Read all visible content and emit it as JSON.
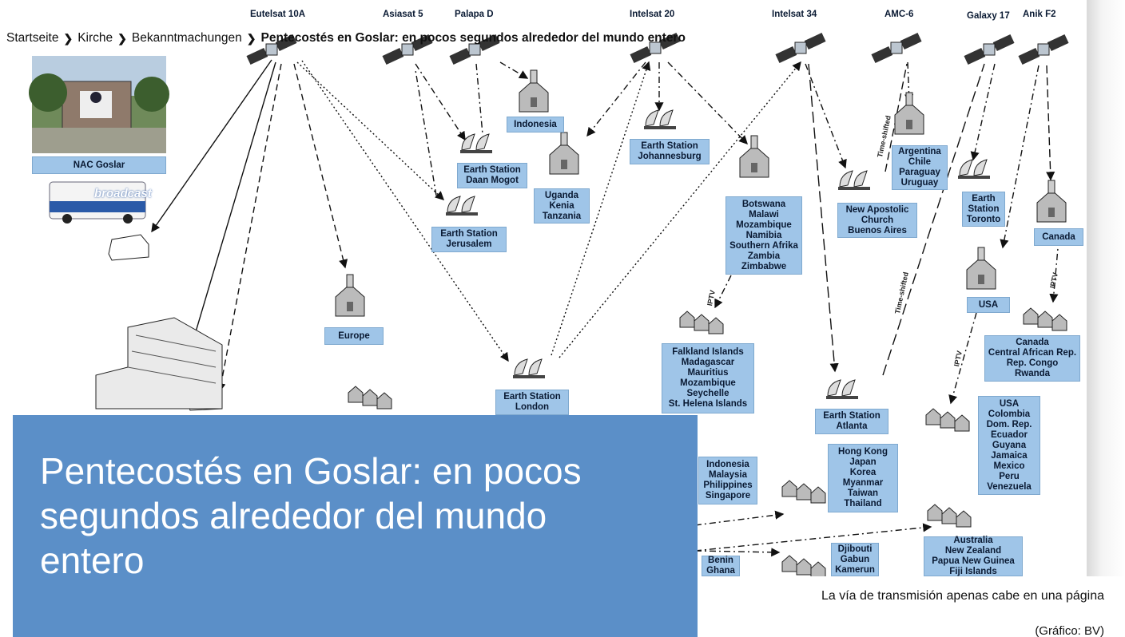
{
  "breadcrumb": {
    "home": "Startseite",
    "church": "Kirche",
    "announcements": "Bekanntmachungen",
    "current": "Pentecostés en Goslar: en pocos segundos alrededor del mundo entero"
  },
  "article": {
    "title": "Pentecostés en Goslar: en pocos segundos alrededor del mundo entero",
    "caption": "La vía de transmisión apenas cabe en una página",
    "credit": "(Gráfico: BV)"
  },
  "diagram": {
    "satellites": [
      "Eutelsat 10A",
      "Asiasat 5",
      "Palapa D",
      "Intelsat 20",
      "Intelsat 34",
      "AMC-6",
      "Galaxy 17",
      "Anik F2"
    ],
    "van_text": "broadcast",
    "boxes": {
      "nac_goslar": "NAC Goslar",
      "indonesia": "Indonesia",
      "es_daan_mogot": "Earth Station\nDaan Mogot",
      "es_jerusalem": "Earth Station\nJerusalem",
      "uganda": "Uganda\nKenia\nTanzania",
      "es_johannesburg": "Earth Station\nJohannesburg",
      "botswana": "Botswana\nMalawi\nMozambique\nNamibia\nSouthern Afrika\nZambia\nZimbabwe",
      "nac_buenos_aires": "New Apostolic\nChurch\nBuenos Aires",
      "argentina": "Argentina\nChile\nParaguay\nUruguay",
      "es_toronto": "Earth\nStation\nToronto",
      "canada": "Canada",
      "usa": "USA",
      "europe": "Europe",
      "es_london": "Earth Station\nLondon",
      "falkland": "Falkland Islands\nMadagascar\nMauritius\nMozambique\nSeychelle\nSt. Helena Islands",
      "es_atlanta": "Earth Station\nAtlanta",
      "canada_car": "Canada\nCentral African Rep.\nRep. Congo\nRwanda",
      "usa_list": "USA\nColombia\nDom. Rep.\nEcuador\nGuyana\nJamaica\nMexico\nPeru\nVenezuela",
      "hong_kong": "Hong Kong\nJapan\nKorea\nMyanmar\nTaiwan\nThailand",
      "indonesia_list": "Indonesia\nMalaysia\nPhilippines\nSingapore",
      "djibouti": "Djibouti\nGabun\nKamerun",
      "benin": "Benin\nGhana",
      "australia": "Australia\nNew Zealand\nPapua New Guinea\nFiji Islands"
    },
    "edge_labels": {
      "time_shifted_1": "Time-shifted",
      "time_shifted_2": "Time-shifted",
      "iptv_1": "IPTV",
      "iptv_2": "IPTV",
      "iptv_3": "IPTV"
    }
  }
}
